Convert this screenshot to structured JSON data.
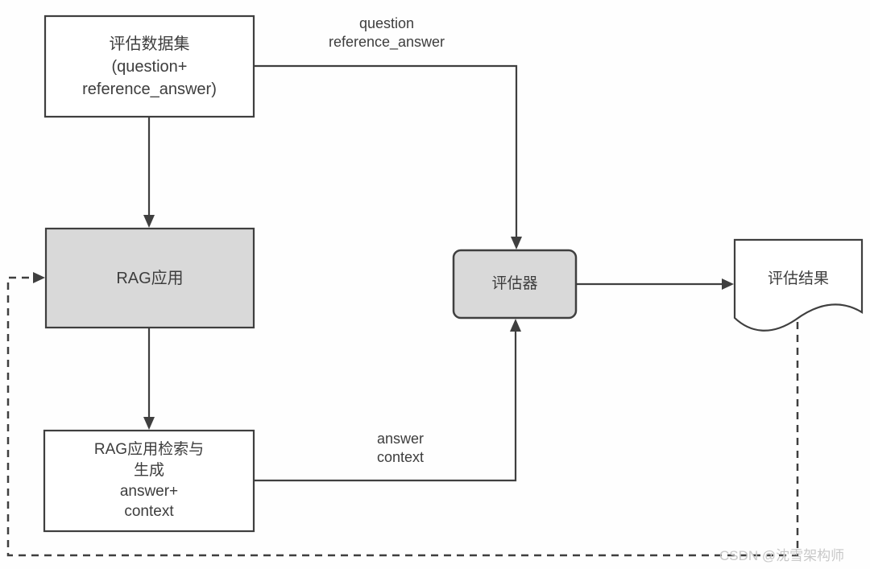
{
  "diagram": {
    "title_hint": "RAG evaluation flow",
    "colors": {
      "line": "#3f3f3f",
      "box_border": "#3f3f3f",
      "box_fill_gray": "#d9d9d9",
      "box_fill_white": "#ffffff",
      "text": "#3d3d3d",
      "watermark": "#c8c8c8",
      "background": "#fefefe"
    },
    "nodes": {
      "dataset": {
        "label": "评估数据集\n(question+\nreference_answer)"
      },
      "rag_app": {
        "label": "RAG应用"
      },
      "rag_retrieval": {
        "label": "RAG应用检索与\n生成\nanswer+\ncontext"
      },
      "evaluator": {
        "label": "评估器"
      },
      "result": {
        "label": "评估结果"
      }
    },
    "edge_labels": {
      "question_reference": "question\nreference_answer",
      "answer_context": "answer\ncontext"
    },
    "watermark": "CSDN @沈雪架构师"
  }
}
